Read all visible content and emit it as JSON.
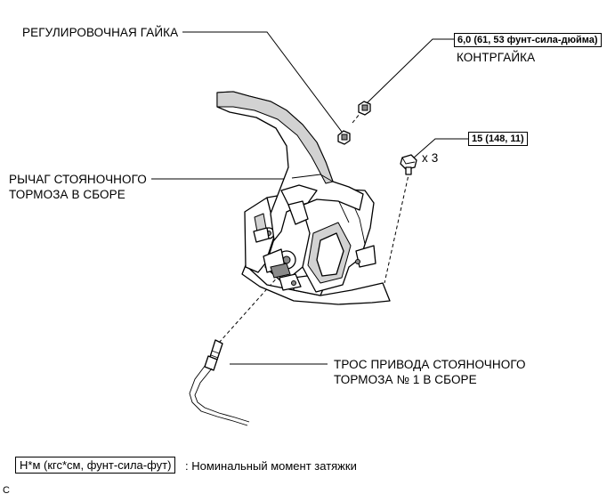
{
  "labels": {
    "adjusting_nut": "РЕГУЛИРОВОЧНАЯ ГАЙКА",
    "locknut": "КОНТРГАЙКА",
    "lever_line1": "РЫЧАГ СТОЯНОЧНОГО",
    "lever_line2": "ТОРМОЗА В СБОРЕ",
    "cable_line1": "ТРОС ПРИВОДА СТОЯНОЧНОГО",
    "cable_line2": "ТОРМОЗА № 1 В СБОРЕ",
    "bolt_qty": "x 3"
  },
  "torque": {
    "locknut": "6,0 (61, 53 фунт-сила-дюйма)",
    "bolts": "15 (148, 11)"
  },
  "legend": {
    "units": "Н*м (кгс*см, фунт-сила-фут)",
    "description": ": Номинальный момент затяжки"
  },
  "figure_code": "C"
}
